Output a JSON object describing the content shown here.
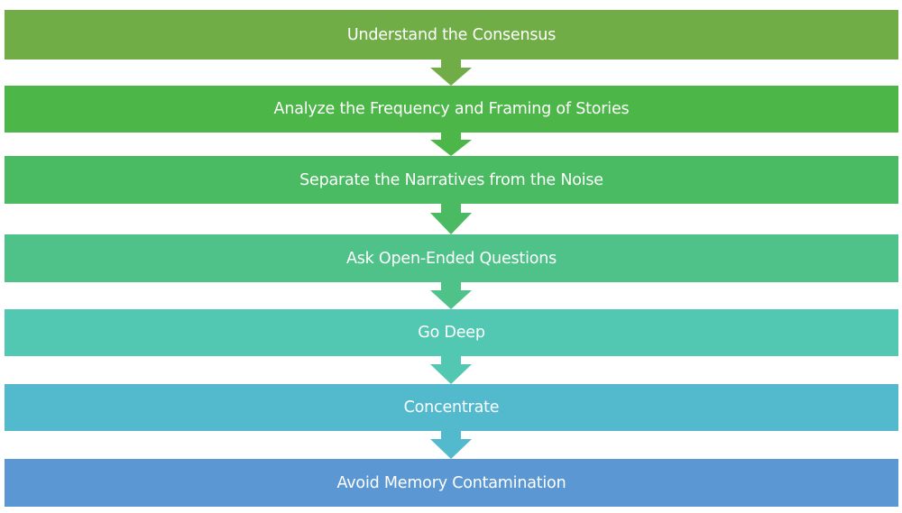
{
  "flowchart": {
    "steps": [
      {
        "label": "Understand the Consensus",
        "color": "#70AD47"
      },
      {
        "label": "Analyze the Frequency and Framing of Stories",
        "color": "#4CB648"
      },
      {
        "label": "Separate the Narratives from the Noise",
        "color": "#4ABB62"
      },
      {
        "label": "Ask Open-Ended Questions",
        "color": "#4FC28A"
      },
      {
        "label": "Go Deep",
        "color": "#52C8B2"
      },
      {
        "label": "Concentrate",
        "color": "#53B9CD"
      },
      {
        "label": "Avoid Memory Contamination",
        "color": "#5B97D3"
      }
    ],
    "connector_icon": "down-arrow-icon"
  }
}
